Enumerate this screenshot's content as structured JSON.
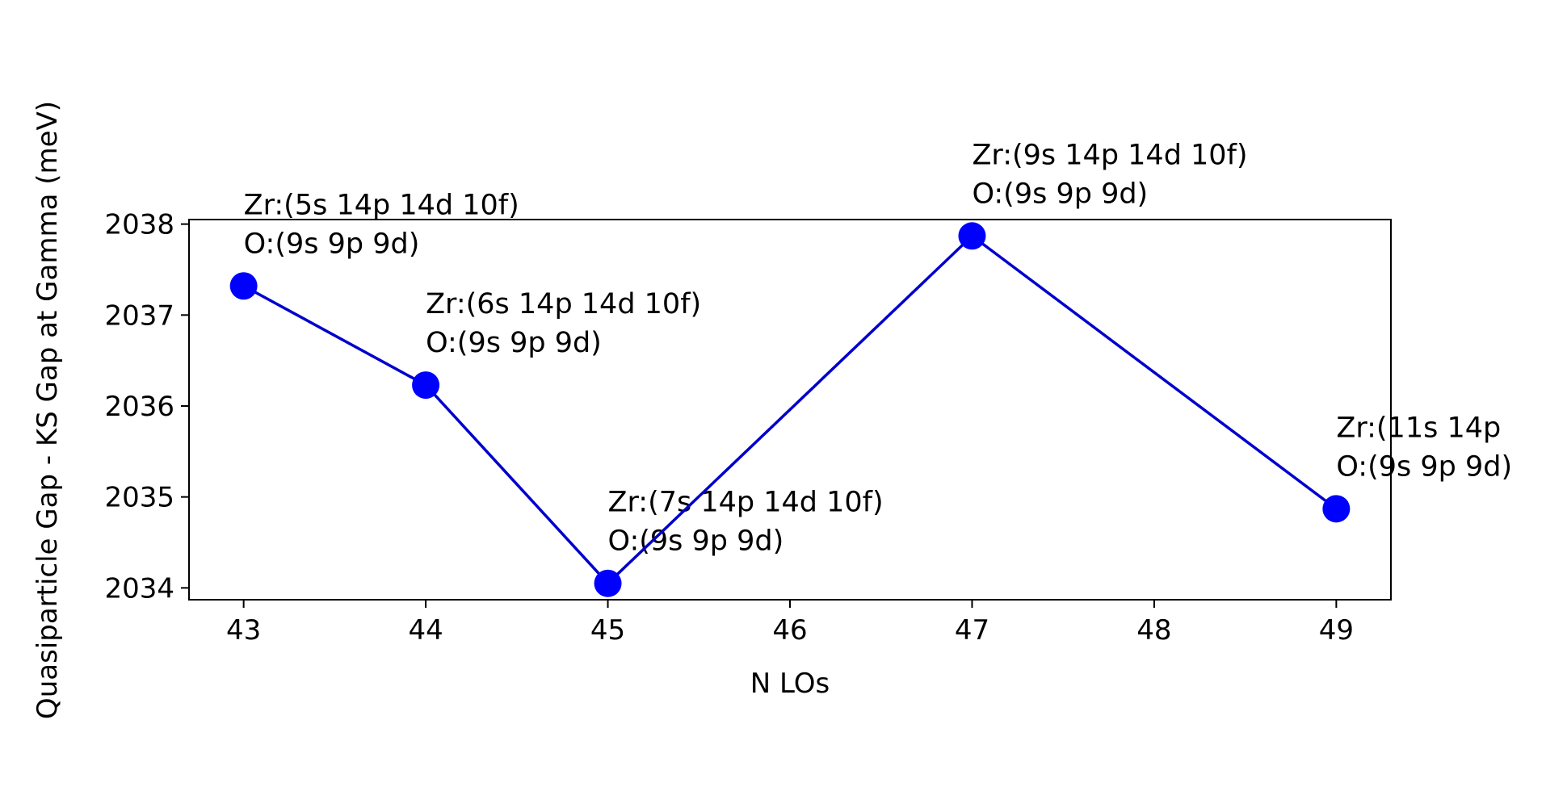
{
  "chart_data": {
    "type": "line",
    "title": "",
    "xlabel": "N LOs",
    "ylabel": "Quasiparticle Gap - KS Gap at Gamma (meV)",
    "xlim": [
      42.7,
      49.3
    ],
    "ylim": [
      2033.87,
      2038.05
    ],
    "xticks": [
      43,
      44,
      45,
      46,
      47,
      48,
      49
    ],
    "yticks": [
      2034,
      2035,
      2036,
      2037,
      2038
    ],
    "grid": false,
    "legend": null,
    "line_color": "#0000cc",
    "marker_color": "#0000ff",
    "series": [
      {
        "x": [
          43,
          44,
          45,
          47,
          49
        ],
        "y": [
          2037.32,
          2036.23,
          2034.05,
          2037.87,
          2034.87
        ]
      }
    ],
    "annotations": [
      {
        "x": 43,
        "y": 2037.32,
        "lines": [
          "Zr:(5s 14p 14d 10f)",
          "O:(9s 9p 9d)"
        ]
      },
      {
        "x": 44,
        "y": 2036.23,
        "lines": [
          "Zr:(6s 14p 14d 10f)",
          "O:(9s 9p 9d)"
        ]
      },
      {
        "x": 45,
        "y": 2034.05,
        "lines": [
          "Zr:(7s 14p 14d 10f)",
          "O:(9s 9p 9d)"
        ]
      },
      {
        "x": 47,
        "y": 2037.87,
        "lines": [
          "Zr:(9s 14p 14d 10f)",
          "O:(9s 9p 9d)"
        ]
      },
      {
        "x": 49,
        "y": 2034.87,
        "lines": [
          "Zr:(11s 14p",
          "O:(9s 9p 9d)"
        ]
      }
    ]
  }
}
